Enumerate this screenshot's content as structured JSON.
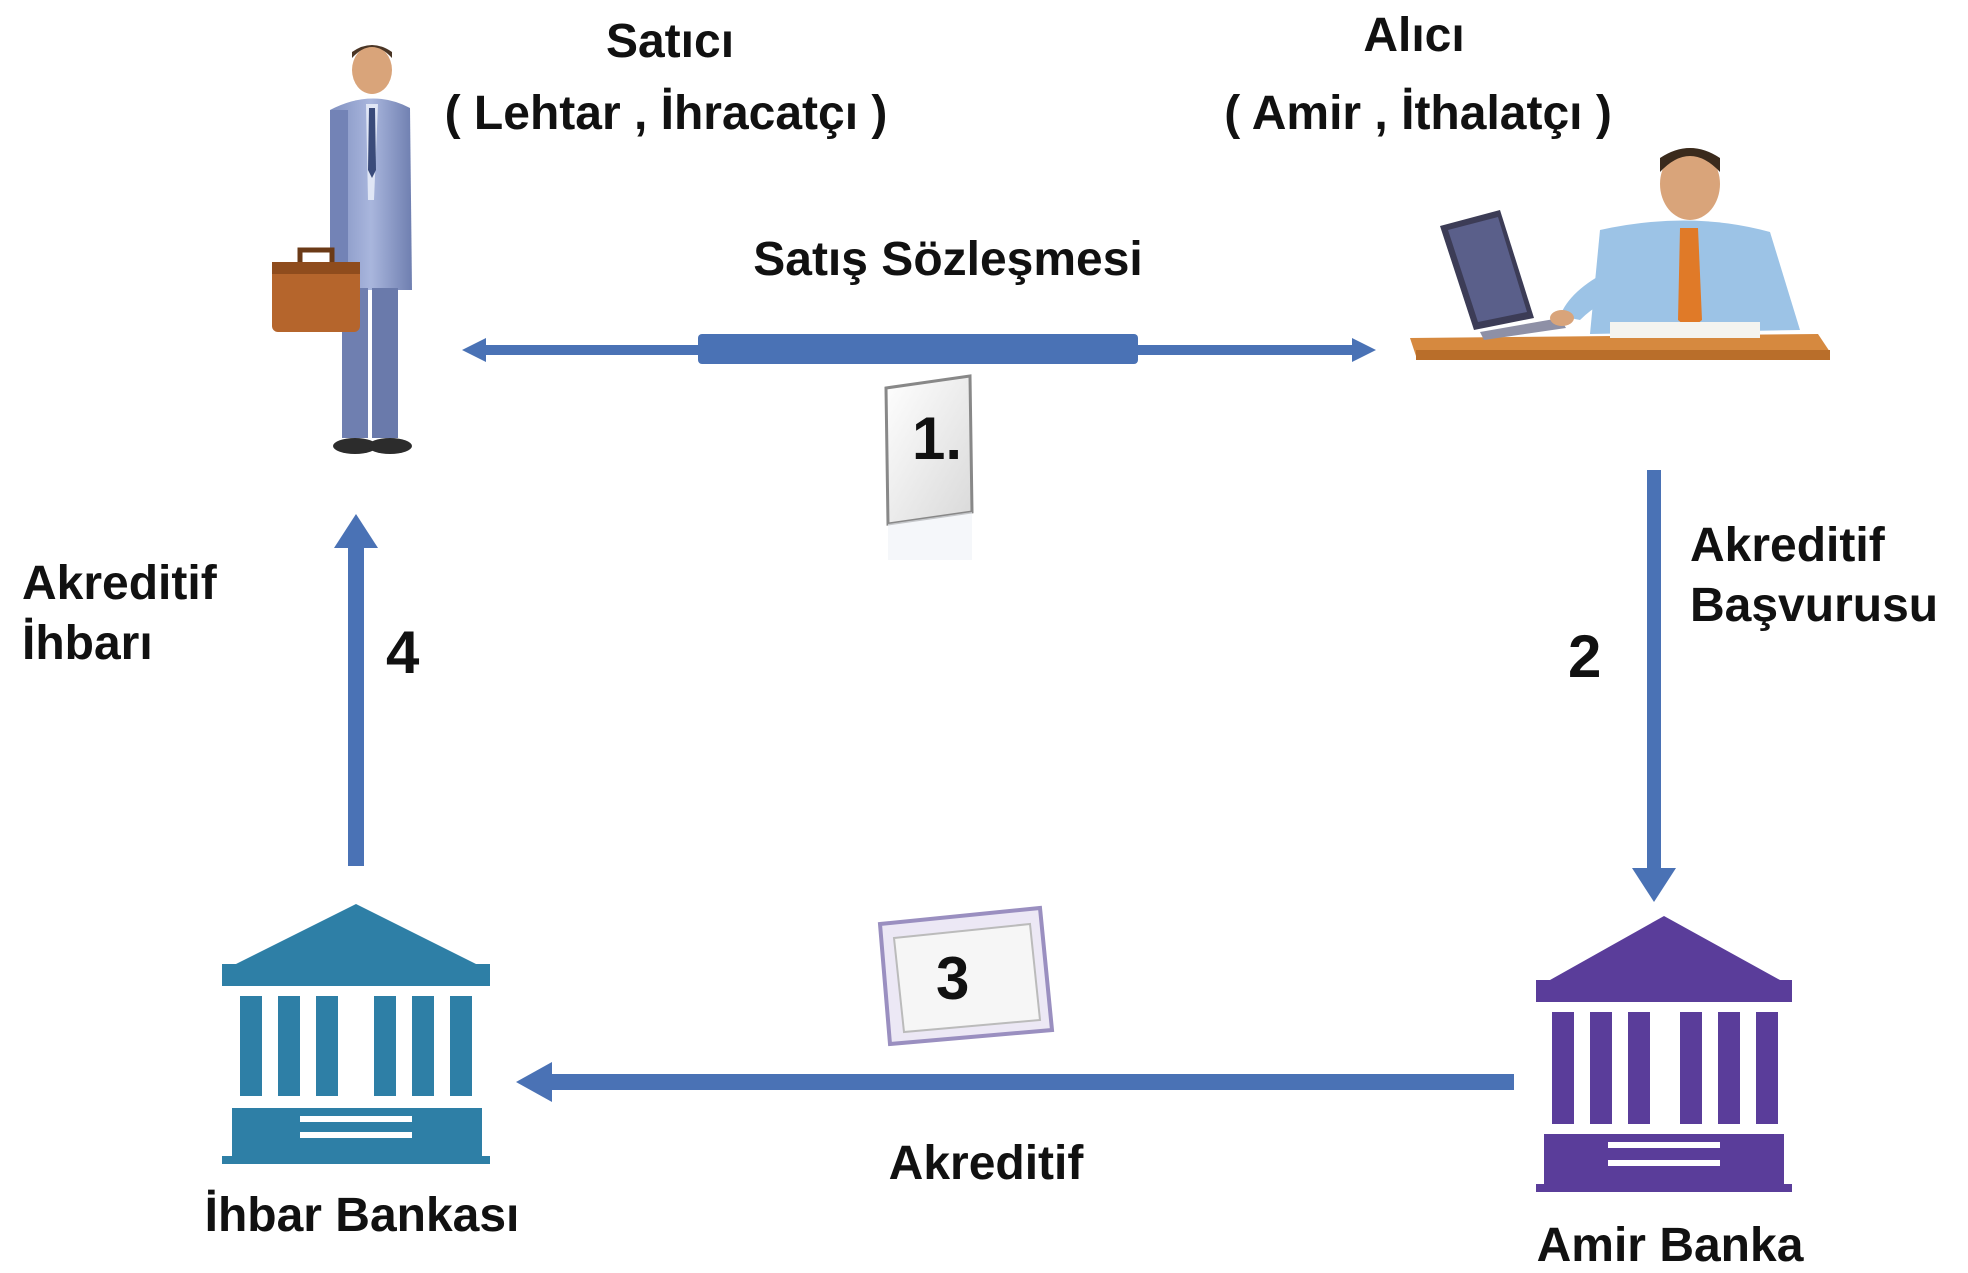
{
  "seller": {
    "title": "Satıcı",
    "subtitle": "( Lehtar , İhracatçı )"
  },
  "buyer": {
    "title": "Alıcı",
    "subtitle": "( Amir , İthalatçı )"
  },
  "step1": {
    "number": "1.",
    "label": "Satış Sözleşmesi"
  },
  "step2": {
    "number": "2",
    "label_line1": "Akreditif",
    "label_line2": "Başvurusu"
  },
  "step3": {
    "number": "3",
    "label": "Akreditif"
  },
  "step4": {
    "number": "4",
    "label_line1": "Akreditif",
    "label_line2": "İhbarı"
  },
  "advising_bank": {
    "label": "İhbar Bankası"
  },
  "issuing_bank": {
    "label": "Amir Banka"
  },
  "colors": {
    "arrow": "#4a72b5",
    "advising_bank": "#2e7fa6",
    "issuing_bank": "#5a3d9a"
  }
}
